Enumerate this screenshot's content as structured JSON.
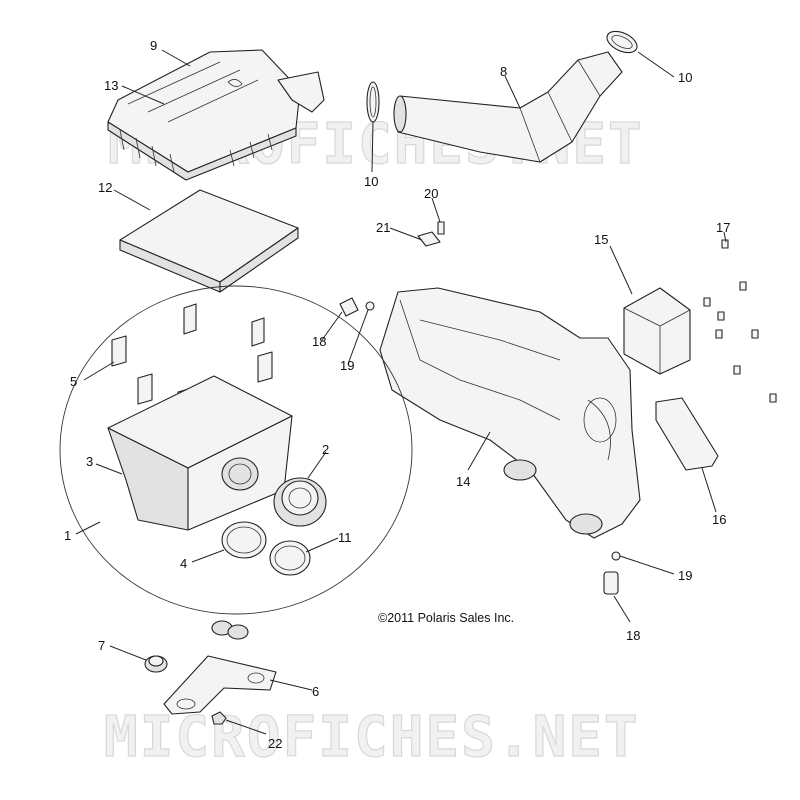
{
  "watermark": "MICROFICHES.NET",
  "copyright": "©2011 Polaris Sales Inc.",
  "callouts": [
    {
      "id": "c9",
      "label": "9"
    },
    {
      "id": "c13",
      "label": "13"
    },
    {
      "id": "c12",
      "label": "12"
    },
    {
      "id": "c8",
      "label": "8"
    },
    {
      "id": "c10a",
      "label": "10"
    },
    {
      "id": "c10b",
      "label": "10"
    },
    {
      "id": "c20",
      "label": "20"
    },
    {
      "id": "c21",
      "label": "21"
    },
    {
      "id": "c17",
      "label": "17"
    },
    {
      "id": "c15",
      "label": "15"
    },
    {
      "id": "c18a",
      "label": "18"
    },
    {
      "id": "c19a",
      "label": "19"
    },
    {
      "id": "c5",
      "label": "5"
    },
    {
      "id": "c2",
      "label": "2"
    },
    {
      "id": "c3",
      "label": "3"
    },
    {
      "id": "c14",
      "label": "14"
    },
    {
      "id": "c16",
      "label": "16"
    },
    {
      "id": "c1",
      "label": "1"
    },
    {
      "id": "c11",
      "label": "11"
    },
    {
      "id": "c4",
      "label": "4"
    },
    {
      "id": "c19b",
      "label": "19"
    },
    {
      "id": "c18b",
      "label": "18"
    },
    {
      "id": "c7",
      "label": "7"
    },
    {
      "id": "c6",
      "label": "6"
    },
    {
      "id": "c22",
      "label": "22"
    }
  ]
}
